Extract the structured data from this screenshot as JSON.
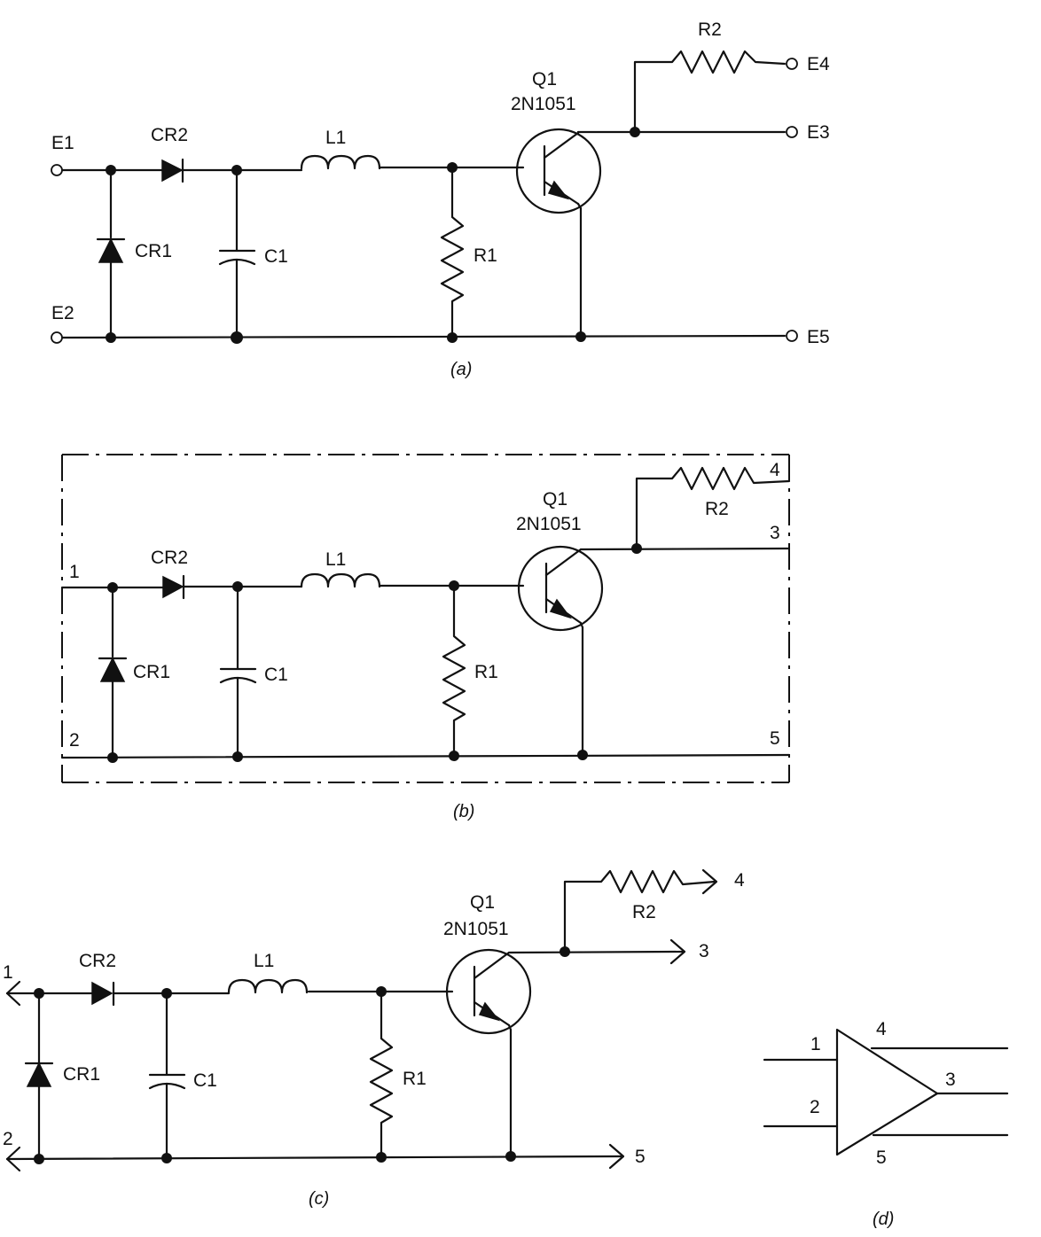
{
  "figure_a": {
    "caption": "(a)",
    "terminals": {
      "e1": "E1",
      "e2": "E2",
      "e3": "E3",
      "e4": "E4",
      "e5": "E5"
    },
    "components": {
      "cr1": "CR1",
      "cr2": "CR2",
      "c1": "C1",
      "l1": "L1",
      "r1": "R1",
      "r2": "R2",
      "q1": "Q1",
      "q1_part": "2N1051"
    }
  },
  "figure_b": {
    "caption": "(b)",
    "pins": {
      "p1": "1",
      "p2": "2",
      "p3": "3",
      "p4": "4",
      "p5": "5"
    },
    "components": {
      "cr1": "CR1",
      "cr2": "CR2",
      "c1": "C1",
      "l1": "L1",
      "r1": "R1",
      "r2": "R2",
      "q1": "Q1",
      "q1_part": "2N1051"
    }
  },
  "figure_c": {
    "caption": "(c)",
    "pins": {
      "p1": "1",
      "p2": "2",
      "p3": "3",
      "p4": "4",
      "p5": "5"
    },
    "components": {
      "cr1": "CR1",
      "cr2": "CR2",
      "c1": "C1",
      "l1": "L1",
      "r1": "R1",
      "r2": "R2",
      "q1": "Q1",
      "q1_part": "2N1051"
    }
  },
  "figure_d": {
    "caption": "(d)",
    "pins": {
      "p1": "1",
      "p2": "2",
      "p3": "3",
      "p4": "4",
      "p5": "5"
    }
  }
}
